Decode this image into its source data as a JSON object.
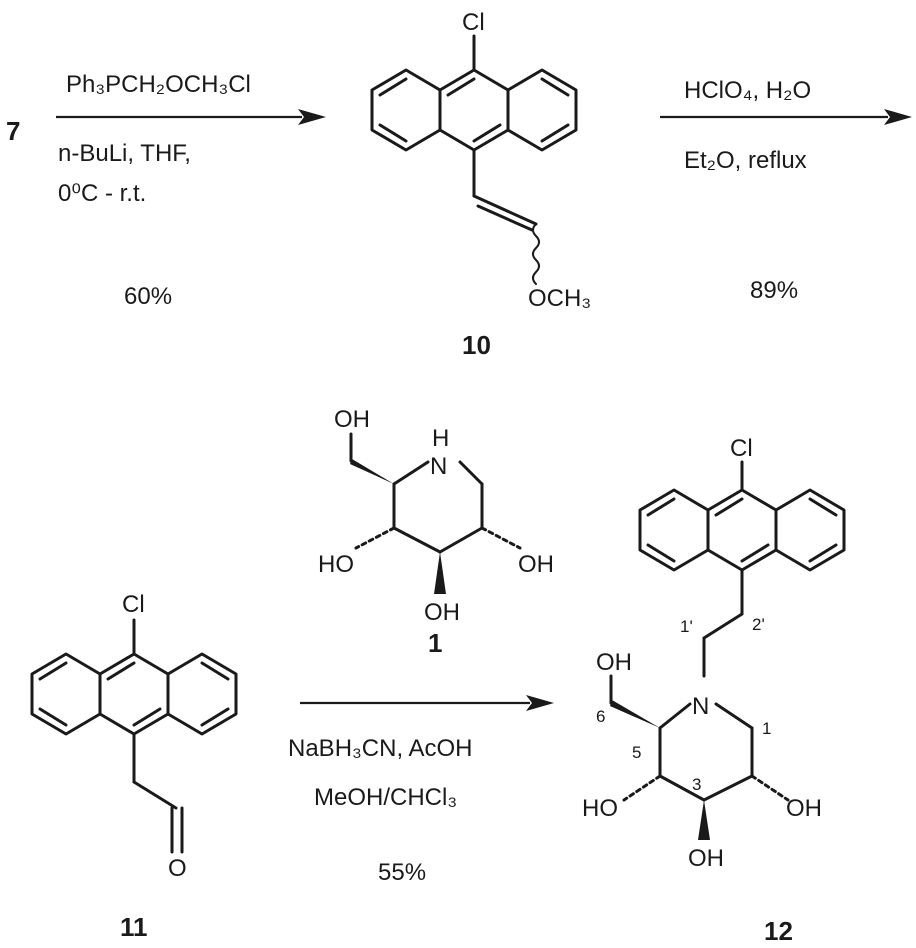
{
  "step1": {
    "reactant": "7",
    "reagent_line1": "Ph₃PCH₂OCH₃Cl",
    "reagent_line2": "n-BuLi, THF,",
    "reagent_line3": "0⁰C - r.t.",
    "yield": "60%"
  },
  "step2": {
    "reagent_line1": "HClO₄, H₂O",
    "reagent_line2": "Et₂O, reflux",
    "yield": "89%"
  },
  "step3": {
    "reagent_line1": "NaBH₃CN, AcOH",
    "reagent_line2": "MeOH/CHCl₃",
    "yield": "55%"
  },
  "compounds": {
    "c10": {
      "number": "10",
      "substituent_top": "Cl",
      "substituent_bottom": "OCH₃"
    },
    "c11": {
      "number": "11",
      "substituent_top": "Cl",
      "carbonyl_o": "O"
    },
    "c1": {
      "number": "1",
      "nh": "N",
      "nh_h": "H",
      "oh_top": "OH",
      "oh_left": "HO",
      "oh_right": "OH",
      "oh_bottom": "OH"
    },
    "c12": {
      "number": "12",
      "substituent_top": "Cl",
      "n": "N",
      "oh_top": "OH",
      "oh_left": "HO",
      "oh_right": "OH",
      "oh_bottom": "OH",
      "loc_1p": "1'",
      "loc_2p": "2'",
      "loc_6": "6",
      "loc_5": "5",
      "loc_3": "3",
      "loc_1": "1"
    }
  }
}
